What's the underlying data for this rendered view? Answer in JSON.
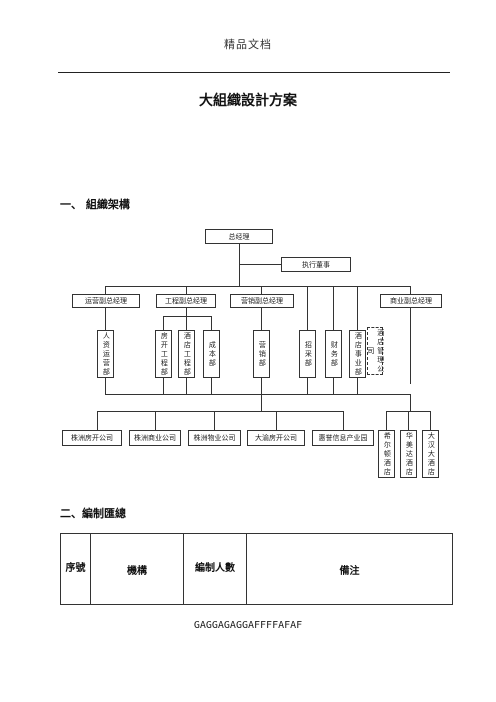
{
  "header": {
    "text": "精品文档"
  },
  "title": "大組織設計方案",
  "section1": {
    "label": "一、  組織架構"
  },
  "section2": {
    "label": "二、編制匯總"
  },
  "org": {
    "ceo": "总经理",
    "exec": "执行董事",
    "vps": [
      "运营副总经理",
      "工程副总经理",
      "营销副总经理",
      "商业副总经理"
    ],
    "depts": [
      "人资运营部",
      "房开工程部",
      "酒店工程部",
      "成本部",
      "营销部",
      "招采部",
      "财务部",
      "酒店事业部",
      "酒店管理公司"
    ],
    "companies": [
      "株洲房开公司",
      "株洲商业公司",
      "株洲物业公司",
      "大渝房开公司",
      "惠誉信息产业园"
    ],
    "hotels": [
      "希尔顿酒店",
      "华美达酒店",
      "大汉大酒店"
    ]
  },
  "table": {
    "headers": [
      "序號",
      "機構",
      "編制人數",
      "備注"
    ]
  },
  "footer": {
    "text": "GAGGAGAGGAFFFFAFAF"
  }
}
